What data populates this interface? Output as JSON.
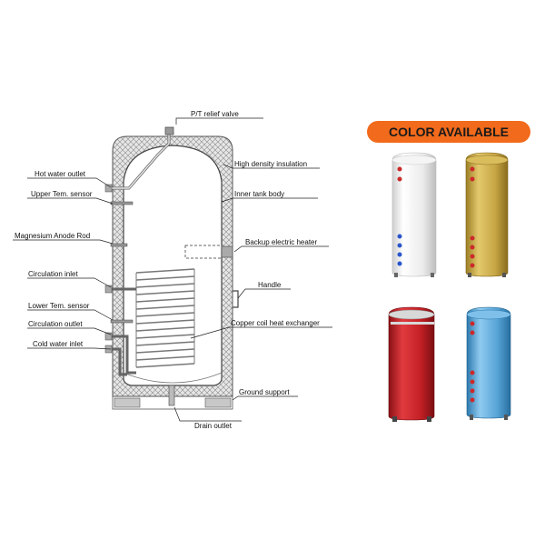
{
  "diagram": {
    "labels": {
      "pt_relief_valve": "P/T relief valve",
      "hot_water_outlet": "Hot water outlet",
      "upper_tem_sensor": "Upper Tem. sensor",
      "magnesium_anode_rod": "Magnesium Anode Rod",
      "circulation_inlet": "Circulation inlet",
      "lower_tem_sensor": "Lower Tem. sensor",
      "circulation_outlet": "Circulation outlet",
      "cold_water_inlet": "Cold water inlet",
      "high_density_insulation": "High density insulation",
      "inner_tank_body": "Inner tank body",
      "backup_electric_heater": "Backup electric heater",
      "handle": "Handle",
      "copper_coil_heat_exchanger": "Copper coil heat exchanger",
      "ground_support": "Ground support",
      "drain_outlet": "Drain outlet"
    }
  },
  "colors_panel": {
    "title": "COLOR AVAILABLE",
    "badge_color": "#f26a1b",
    "tank_colors": [
      "#f2f2ee",
      "#c9a94a",
      "#c8242a",
      "#5aa7d6"
    ]
  }
}
